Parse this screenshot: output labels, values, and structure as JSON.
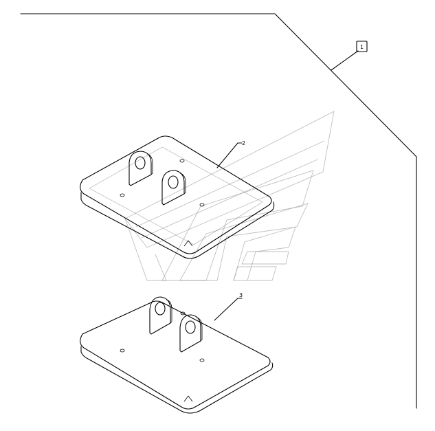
{
  "diagram": {
    "callouts": [
      {
        "label": "1"
      },
      {
        "label": "2"
      },
      {
        "label": "3"
      }
    ]
  }
}
